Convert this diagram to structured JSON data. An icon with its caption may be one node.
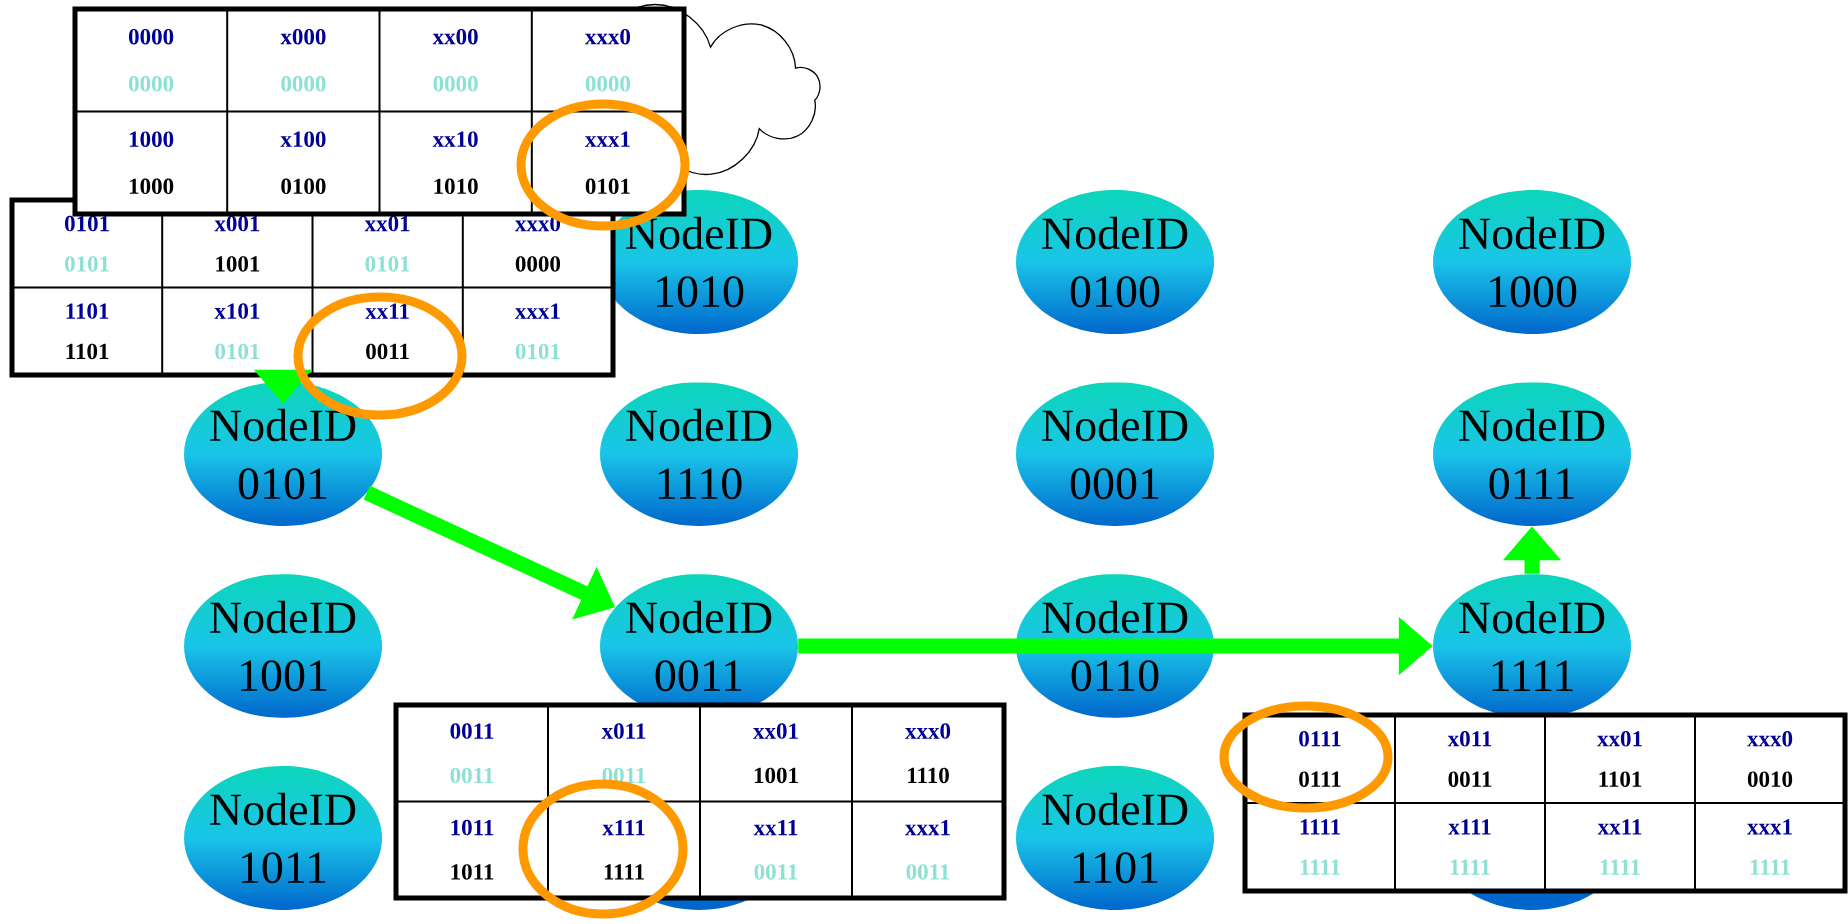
{
  "diagram": {
    "nodes": [
      {
        "text": [
          "0000",
          "0000",
          "x000",
          "0000",
          "xx00",
          "0000",
          "xxx0",
          "0000",
          "1000",
          "1000",
          "x100",
          "0100",
          "xx10",
          "1010",
          "xxx1",
          "0101"
        ]
      },
      {
        "text": [
          "0101",
          "0101",
          "x001",
          "1001",
          "xx01",
          "0101",
          "xxx0",
          "0000",
          "1101",
          "1101",
          "x101",
          "0101",
          "xx11",
          "0011",
          "xxx1",
          "0101"
        ]
      },
      {
        "text": [
          "NodeID 1010"
        ]
      },
      {
        "text": [
          "NodeID 0100"
        ]
      },
      {
        "text": [
          "NodeID 1000"
        ]
      },
      {
        "text": [
          "NodeID 0101"
        ]
      },
      {
        "text": [
          "NodeID 1110"
        ]
      },
      {
        "text": [
          "NodeID 0001"
        ]
      },
      {
        "text": [
          "NodeID 0111"
        ]
      },
      {
        "text": [
          "NodeID 1001"
        ]
      },
      {
        "text": [
          "NodeID 0011"
        ]
      },
      {
        "text": [
          "NodeID 0110"
        ]
      },
      {
        "text": [
          "NodeID 1111"
        ]
      },
      {
        "text": [
          "NodeID 1011"
        ]
      },
      {
        "text": [
          "NodeID 1101"
        ]
      },
      {
        "text": [
          "0011",
          "0011",
          "x011",
          "0011",
          "xx01",
          "1001",
          "xxx0",
          "1110",
          "1011",
          "1011",
          "x111",
          "1111",
          "xx11",
          "0011",
          "xxx1",
          "0011"
        ]
      },
      {
        "text": [
          "0111",
          "0111",
          "x011",
          "0011",
          "xx01",
          "1101",
          "xxx0",
          "0010",
          "1111",
          "1111",
          "x111",
          "1111",
          "xx11",
          "1111",
          "xxx1",
          "1111"
        ]
      }
    ],
    "edges": [
      {
        "from": null,
        "to": 5,
        "arrow": "to"
      },
      {
        "from": 5,
        "to": 10,
        "arrow": "to"
      },
      {
        "from": 10,
        "to": 12,
        "arrow": "to"
      },
      {
        "from": 12,
        "to": 8,
        "arrow": "to"
      }
    ]
  }
}
